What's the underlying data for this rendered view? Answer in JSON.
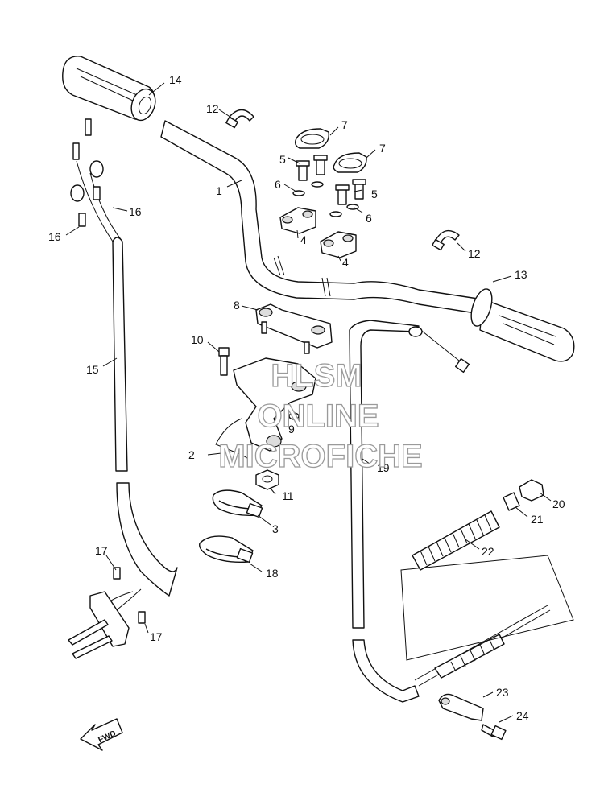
{
  "watermark": {
    "line1": "HLSM",
    "line2": "ONLINE",
    "line3": "MICROFICHE"
  },
  "direction_label": "FWD",
  "callouts": [
    {
      "id": "c1",
      "text": "1"
    },
    {
      "id": "c2",
      "text": "2"
    },
    {
      "id": "c3",
      "text": "3"
    },
    {
      "id": "c4a",
      "text": "4"
    },
    {
      "id": "c4b",
      "text": "4"
    },
    {
      "id": "c5a",
      "text": "5"
    },
    {
      "id": "c5b",
      "text": "5"
    },
    {
      "id": "c6a",
      "text": "6"
    },
    {
      "id": "c6b",
      "text": "6"
    },
    {
      "id": "c7a",
      "text": "7"
    },
    {
      "id": "c7b",
      "text": "7"
    },
    {
      "id": "c8",
      "text": "8"
    },
    {
      "id": "c9",
      "text": "9"
    },
    {
      "id": "c10",
      "text": "10"
    },
    {
      "id": "c11",
      "text": "11"
    },
    {
      "id": "c12a",
      "text": "12"
    },
    {
      "id": "c12b",
      "text": "12"
    },
    {
      "id": "c13",
      "text": "13"
    },
    {
      "id": "c14",
      "text": "14"
    },
    {
      "id": "c15",
      "text": "15"
    },
    {
      "id": "c16a",
      "text": "16"
    },
    {
      "id": "c16b",
      "text": "16"
    },
    {
      "id": "c17a",
      "text": "17"
    },
    {
      "id": "c17b",
      "text": "17"
    },
    {
      "id": "c18",
      "text": "18"
    },
    {
      "id": "c19",
      "text": "19"
    },
    {
      "id": "c20",
      "text": "20"
    },
    {
      "id": "c21",
      "text": "21"
    },
    {
      "id": "c22",
      "text": "22"
    },
    {
      "id": "c23",
      "text": "23"
    },
    {
      "id": "c24",
      "text": "24"
    }
  ]
}
